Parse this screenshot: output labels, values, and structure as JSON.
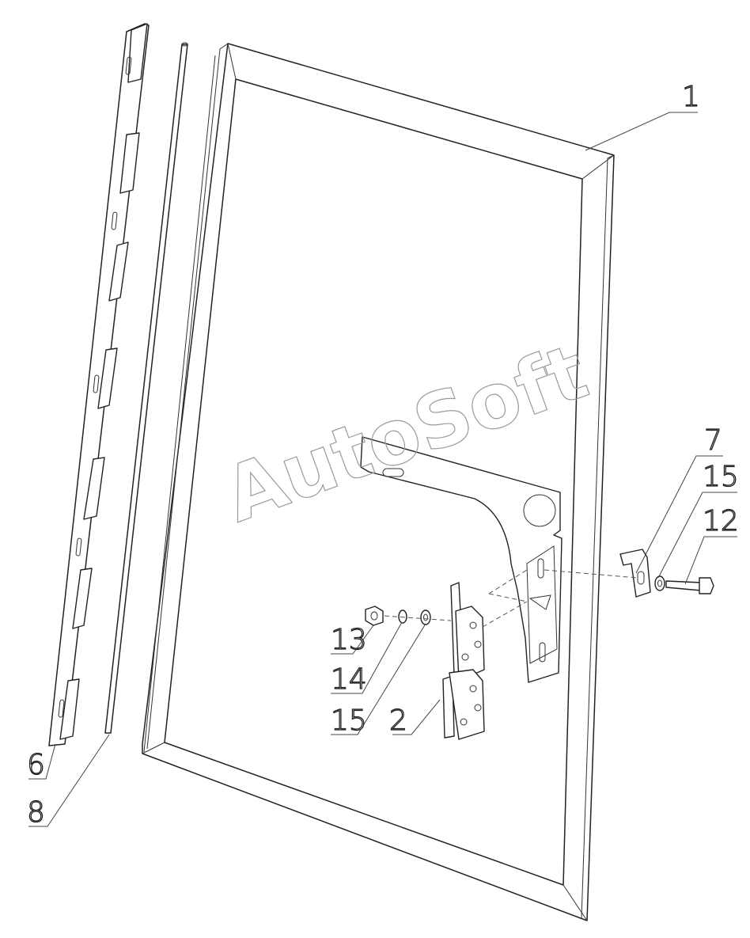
{
  "watermark": "AutoSoft",
  "callouts": {
    "door_panel": "1",
    "hinge_assembly": "2",
    "hinge_strip": "6",
    "hinge_rod": "8",
    "bracket": "7",
    "washer_right": "15",
    "bolt": "12",
    "nut": "13",
    "flat_washer": "14",
    "washer_left": "15"
  }
}
